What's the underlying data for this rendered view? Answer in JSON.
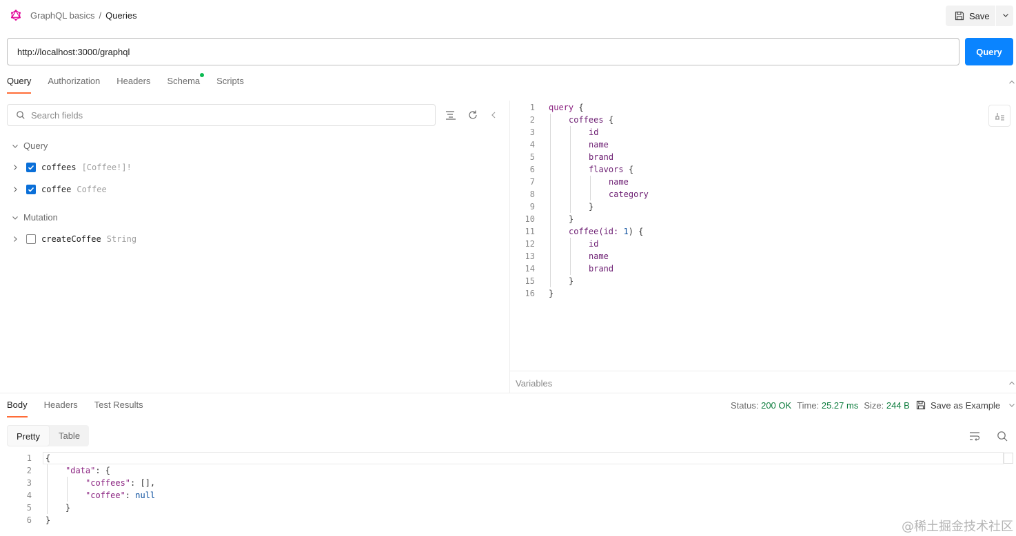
{
  "header": {
    "breadcrumb_parent": "GraphQL basics",
    "breadcrumb_sep": "/",
    "breadcrumb_current": "Queries",
    "save_label": "Save"
  },
  "url_bar": {
    "value": "http://localhost:3000/graphql",
    "query_label": "Query"
  },
  "request_tabs": [
    "Query",
    "Authorization",
    "Headers",
    "Schema",
    "Scripts"
  ],
  "explorer": {
    "search_placeholder": "Search fields",
    "sections": [
      {
        "title": "Query",
        "fields": [
          {
            "name": "coffees",
            "type": "[Coffee!]!",
            "checked": true
          },
          {
            "name": "coffee",
            "type": "Coffee",
            "checked": true
          }
        ]
      },
      {
        "title": "Mutation",
        "fields": [
          {
            "name": "createCoffee",
            "type": "String",
            "checked": false
          }
        ]
      }
    ]
  },
  "editor": {
    "line_numbers": [
      "1",
      "2",
      "3",
      "4",
      "5",
      "6",
      "7",
      "8",
      "9",
      "10",
      "11",
      "12",
      "13",
      "14",
      "15",
      "16"
    ],
    "tokens": {
      "query": "query",
      "open": "{",
      "close": "}",
      "coffees": "coffees",
      "id": "id",
      "name": "name",
      "brand": "brand",
      "flavors": "flavors",
      "category": "category",
      "coffee_call": "coffee(id: ",
      "arg_value": "1",
      "call_close": ") {"
    }
  },
  "variables_label": "Variables",
  "response": {
    "tabs": [
      "Body",
      "Headers",
      "Test Results"
    ],
    "status_label": "Status:",
    "status_value": "200 OK",
    "time_label": "Time:",
    "time_value": "25.27 ms",
    "size_label": "Size:",
    "size_value": "244 B",
    "save_example_label": "Save as Example",
    "view_modes": [
      "Pretty",
      "Table"
    ],
    "line_numbers": [
      "1",
      "2",
      "3",
      "4",
      "5",
      "6"
    ],
    "json_tokens": {
      "open": "{",
      "data_key": "\"data\"",
      "colon_open": ": {",
      "coffees_key": "\"coffees\"",
      "coffees_val": ": [],",
      "coffee_key": "\"coffee\"",
      "colon": ": ",
      "null_val": "null",
      "close": "}"
    }
  },
  "watermark": "@稀土掘金技术社区",
  "colors": {
    "accent_orange": "#ff6c37",
    "primary_blue": "#0a84ff",
    "status_green": "#0a7b3b",
    "graphql_pink": "#e10098"
  }
}
